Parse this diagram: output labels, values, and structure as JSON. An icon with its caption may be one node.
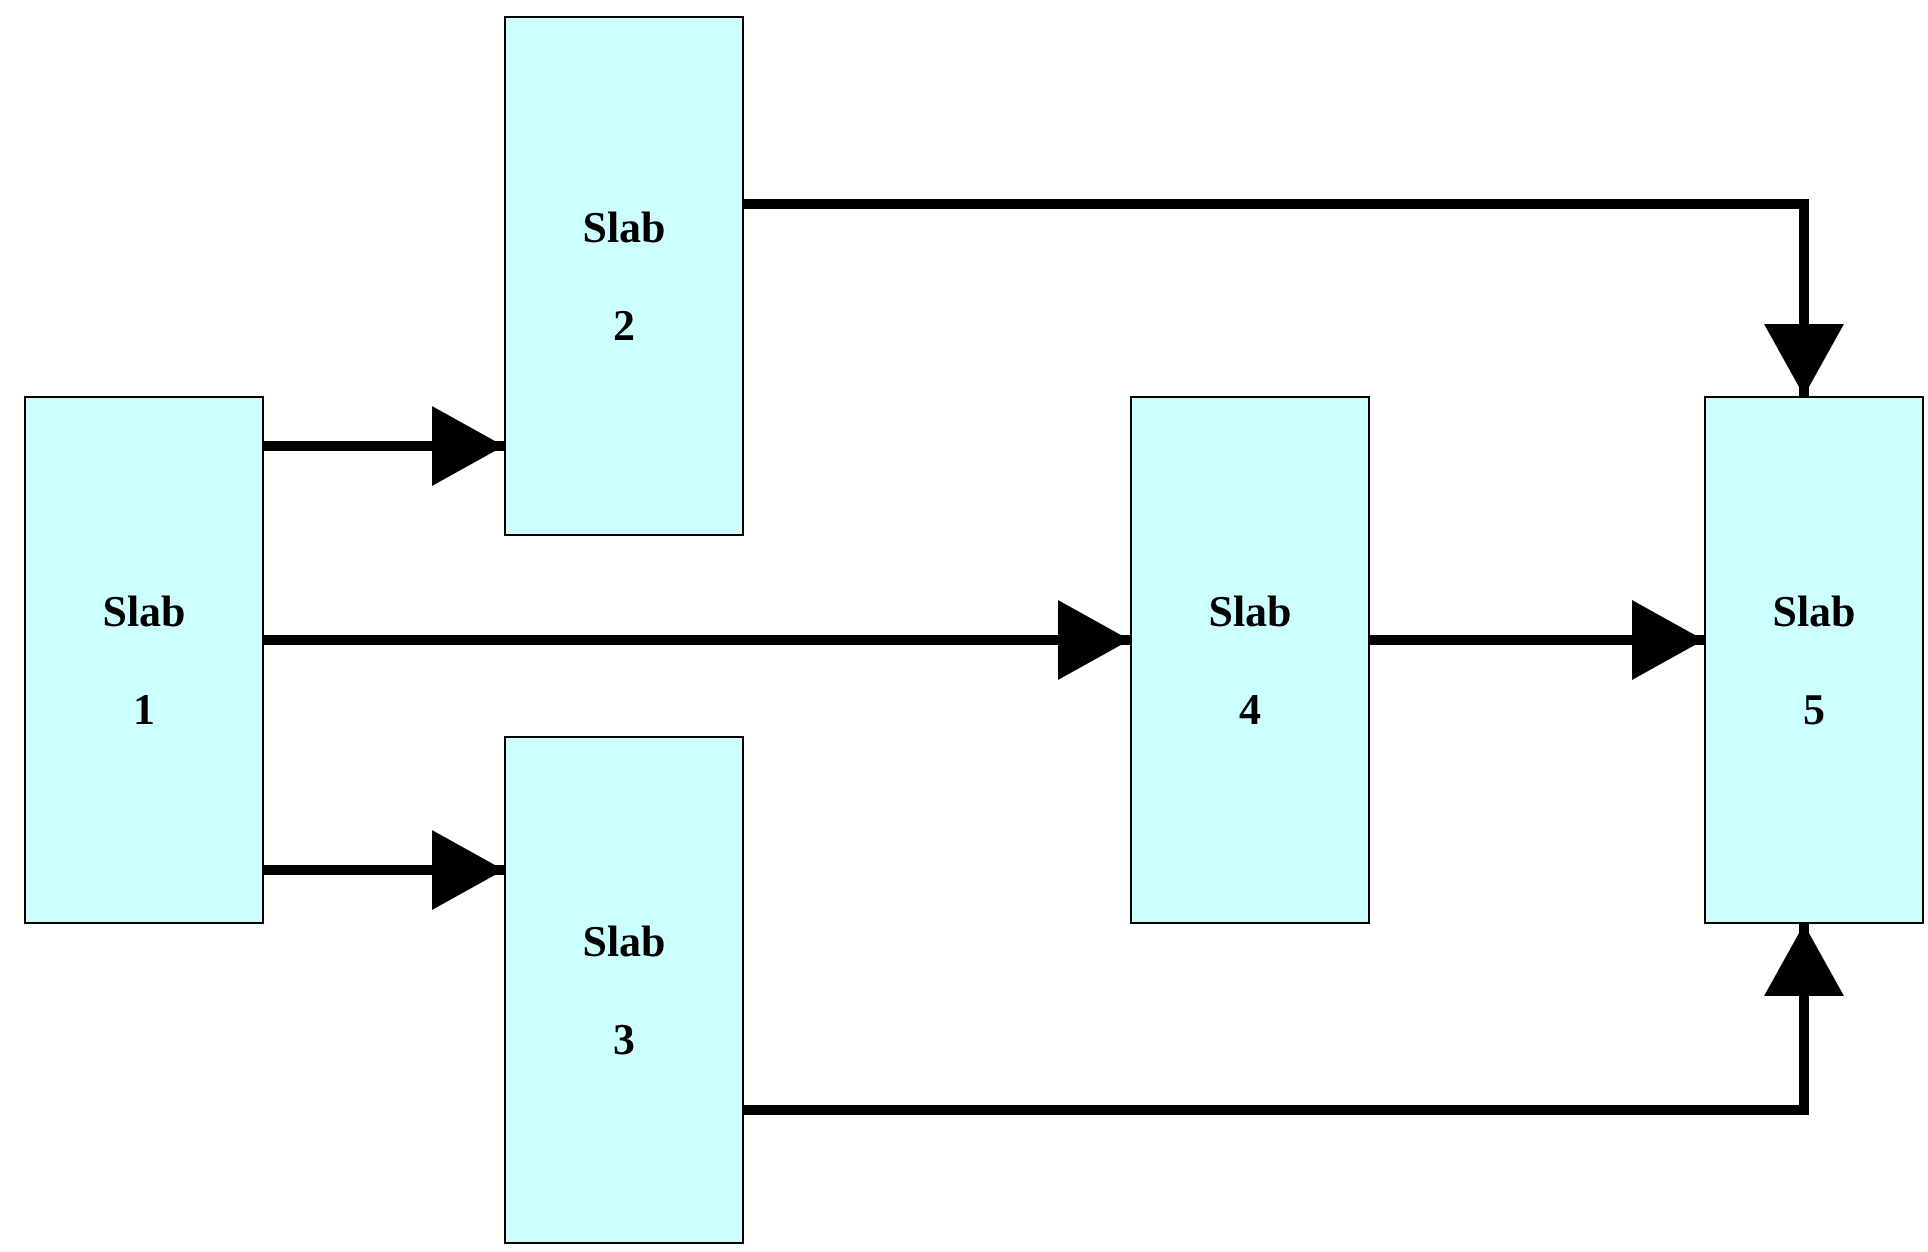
{
  "diagram": {
    "nodes": [
      {
        "text": [
          "Slab 1"
        ]
      },
      {
        "text": [
          "Slab 2"
        ]
      },
      {
        "text": [
          "Slab 3"
        ]
      },
      {
        "text": [
          "Slab 4"
        ]
      },
      {
        "text": [
          "Slab 5"
        ]
      }
    ],
    "edges": [
      {
        "from": 0,
        "to": 1,
        "arrow": "to"
      },
      {
        "from": 0,
        "to": 3,
        "arrow": "to"
      },
      {
        "from": 0,
        "to": 2,
        "arrow": "to"
      },
      {
        "from": 3,
        "to": 4,
        "arrow": "to"
      },
      {
        "from": 1,
        "to": 4,
        "arrow": "to"
      },
      {
        "from": 2,
        "to": 4,
        "arrow": "to"
      }
    ]
  }
}
